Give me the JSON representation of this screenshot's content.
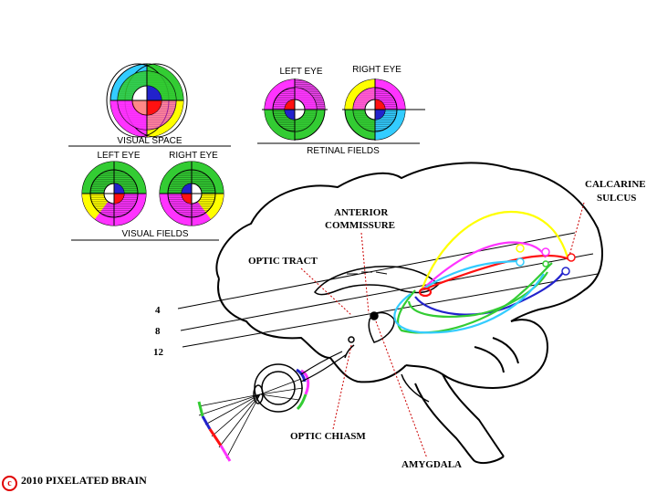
{
  "labels": {
    "visual_space": "VISUAL SPACE",
    "left_eye_top": "LEFT EYE",
    "right_eye_top": "RIGHT EYE",
    "retinal_fields": "RETINAL FIELDS",
    "left_eye_bottom": "LEFT EYE",
    "right_eye_bottom": "RIGHT EYE",
    "visual_fields": "VISUAL FIELDS",
    "anterior": "ANTERIOR",
    "commissure": "COMMISSURE",
    "optic_tract": "OPTIC TRACT",
    "calcarine": "CALCARINE",
    "sulcus": "SULCUS",
    "optic_chiasm": "OPTIC CHIASM",
    "amygdala": "AMYGDALA",
    "n4": "4",
    "n8": "8",
    "n12": "12"
  },
  "credit": {
    "symbol": "c",
    "text": "2010  PIXELATED BRAIN"
  },
  "colors": {
    "yellow": "#ffff00",
    "cyan": "#33ccff",
    "green": "#33cc33",
    "magenta": "#ff33ff",
    "blue": "#2222cc",
    "red": "#ff1111",
    "copyright": "#e00000"
  }
}
